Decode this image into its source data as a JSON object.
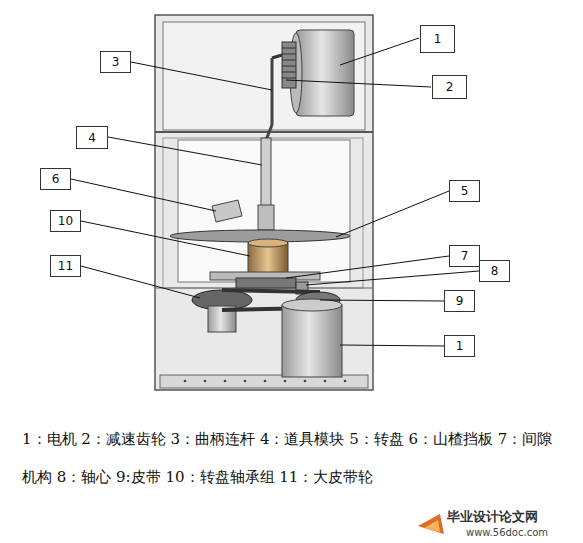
{
  "diagram": {
    "caption": "1：电机 2：减速齿轮 3：曲柄连杆 4：道具模块 5：转盘 6：山楂挡板 7：间隙机构 8：轴心 9:皮带 10：转盘轴承组 11：大皮带轮",
    "nodes": [
      {
        "text": [
          "1"
        ]
      },
      {
        "text": [
          "2"
        ]
      },
      {
        "text": [
          "3"
        ]
      },
      {
        "text": [
          "4"
        ]
      },
      {
        "text": [
          "6"
        ]
      },
      {
        "text": [
          "5"
        ]
      },
      {
        "text": [
          "10"
        ]
      },
      {
        "text": [
          "7"
        ]
      },
      {
        "text": [
          "11"
        ]
      },
      {
        "text": [
          "8"
        ]
      },
      {
        "text": [
          "9"
        ]
      },
      {
        "text": [
          "1"
        ]
      }
    ],
    "labels": [
      "毕业设计论文网",
      "www.56doc.com"
    ]
  }
}
